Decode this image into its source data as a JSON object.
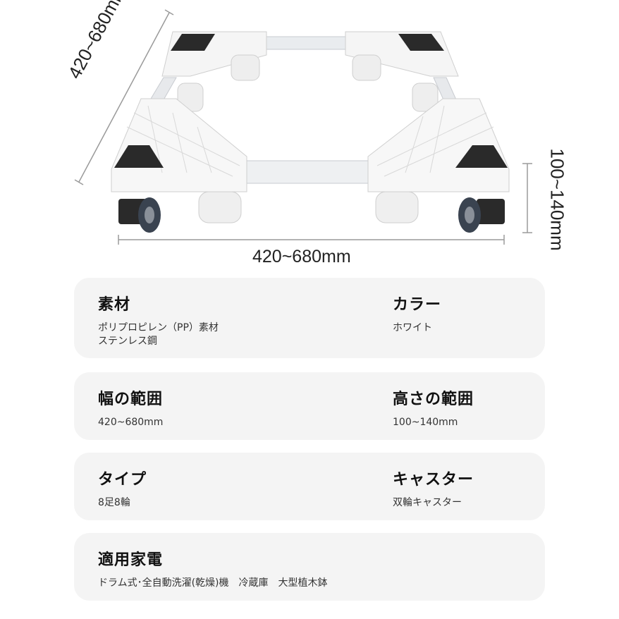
{
  "dimensions": {
    "width": "420~680mm",
    "depth": "420~680mm",
    "height": "100~140mm"
  },
  "specs": [
    {
      "left": {
        "title": "素材",
        "value": "ポリプロピレン（PP）素材\nステンレス鋼"
      },
      "right": {
        "title": "カラー",
        "value": "ホワイト"
      }
    },
    {
      "left": {
        "title": "幅の範囲",
        "value": "420~680mm"
      },
      "right": {
        "title": "高さの範囲",
        "value": "100~140mm"
      }
    },
    {
      "left": {
        "title": "タイプ",
        "value": "8足8輪"
      },
      "right": {
        "title": "キャスター",
        "value": "双輪キャスター"
      }
    },
    {
      "left": {
        "title": "適用家電",
        "value": "ドラム式･全自動洗濯(乾燥)機　冷蔵庫　大型植木鉢"
      }
    }
  ],
  "colors": {
    "frame": "#f2f2f2",
    "pad": "#2a2a2a",
    "wheel": "#3a4350",
    "card_bg": "#f4f4f4"
  }
}
